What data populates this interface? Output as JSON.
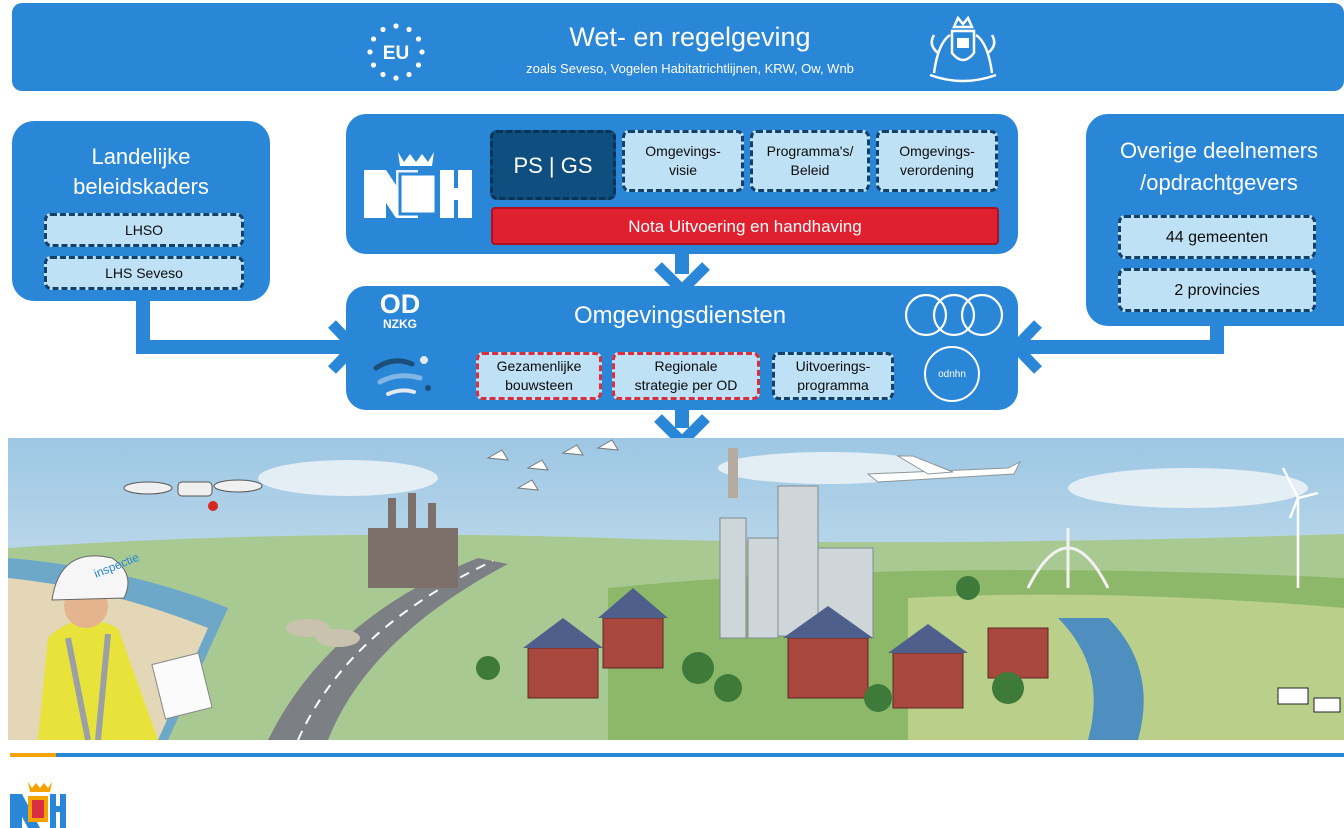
{
  "top": {
    "title": "Wet- en regelgeving",
    "subtitle": "zoals Seveso, Vogelen Habitatrichtlijnen, KRW, Ow, Wnb",
    "eu_logo_text": "EU"
  },
  "left": {
    "title_line1": "Landelijke",
    "title_line2": "beleidskaders",
    "items": [
      "LHSO",
      "LHS Seveso"
    ]
  },
  "province": {
    "ps_gs": "PS | GS",
    "boxes": [
      {
        "line1": "Omgevings-",
        "line2": "visie"
      },
      {
        "line1": "Programma's/",
        "line2": "Beleid"
      },
      {
        "line1": "Omgevings-",
        "line2": "verordening"
      }
    ],
    "nota": "Nota Uitvoering en handhaving"
  },
  "right": {
    "title_line1": "Overige deelnemers",
    "title_line2": "/opdrachtgevers",
    "items": [
      "44 gemeenten",
      "2 provincies"
    ]
  },
  "od": {
    "title": "Omgevingsdiensten",
    "logo_line1": "OD",
    "logo_line2": "NZKG",
    "logo_right": "odnhn",
    "boxes": [
      {
        "line1": "Gezamenlijke",
        "line2": "bouwsteen",
        "style": "red"
      },
      {
        "line1": "Regionale",
        "line2": "strategie per OD",
        "style": "red"
      },
      {
        "line1": "Uitvoerings-",
        "line2": "programma",
        "style": "blue"
      }
    ]
  },
  "scene": {
    "helmet_text": "inspectie"
  },
  "colors": {
    "panel_blue": "#2a86d6",
    "box_light": "#bfe1f6",
    "box_dark": "#0f4f80",
    "nota_red": "#e01f2f",
    "footer_orange": "#f4a400"
  }
}
